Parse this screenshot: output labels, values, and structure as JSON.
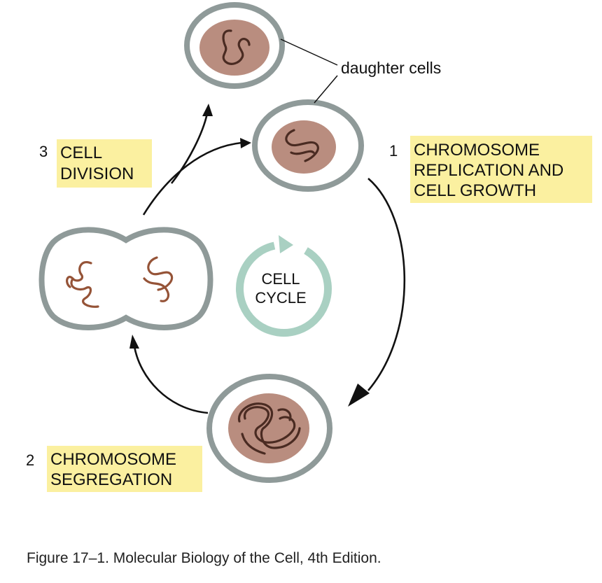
{
  "labels": {
    "daughter_cells": "daughter cells",
    "cell_cycle_line1": "CELL",
    "cell_cycle_line2": "CYCLE",
    "step1": {
      "number": "1",
      "line1": "CHROMOSOME",
      "line2": "REPLICATION AND",
      "line3": "CELL GROWTH"
    },
    "step2": {
      "number": "2",
      "line1": "CHROMOSOME",
      "line2": "SEGREGATION"
    },
    "step3": {
      "number": "3",
      "line1": "CELL",
      "line2": "DIVISION"
    }
  },
  "caption": "Figure 17–1. Molecular Biology of the Cell, 4th Edition.",
  "colors": {
    "label_highlight": "#fbf0a0",
    "cell_wall": "#8f9a99",
    "nucleus": "#b98d7f",
    "chromosome": "#4a2b22",
    "cycle_arrow": "#a9d0c2"
  }
}
